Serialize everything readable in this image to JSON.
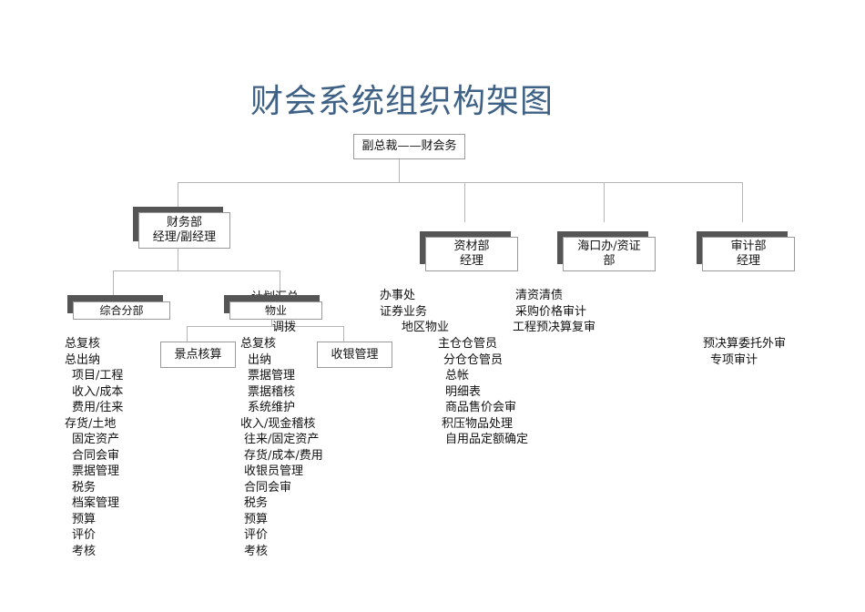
{
  "title": "财会系统组织构架图",
  "top_box": "副总裁——财会务",
  "finance": {
    "line1": "财务部",
    "line2": "经理/副经理"
  },
  "materials": {
    "line1": "资材部",
    "line2": "经理"
  },
  "port": {
    "line1": "海口办/资证",
    "line2": "部"
  },
  "audit": {
    "line1": "审计部",
    "line2": "经理"
  },
  "general_section": "综合分部",
  "plan_summary": "计划汇总",
  "property_box": "物业",
  "allocation": "调拨",
  "scenic_box": "景点核算",
  "cashier_box": "收银管理",
  "general_list": [
    "总复核",
    "总出纳",
    "项目/工程",
    "收入/成本",
    "费用/往来",
    "存货/土地",
    "固定资产",
    "合同会审",
    "票据管理",
    "税务",
    "档案管理",
    "预算",
    "评价",
    "考核"
  ],
  "property_list": [
    "总复核",
    "出纳",
    "票据管理",
    "票据稽核",
    "系统维护",
    "收入/现金稽核",
    "往来/固定资产",
    "存货/成本/费用",
    "收银员管理",
    "合同会审",
    "税务",
    "预算",
    "评价",
    "考核"
  ],
  "materials_left": [
    "办事处",
    "证券业务",
    "地区物业"
  ],
  "materials_right": [
    "清资清债",
    "采购价格审计",
    "工程预决算复审"
  ],
  "warehouse_list": [
    "主仓仓管员",
    "分仓仓管员",
    "总帐",
    "明细表",
    "商品售价会审",
    "积压物品处理",
    "自用品定额确定"
  ],
  "audit_list": [
    "预决算委托外审",
    "专项审计"
  ]
}
